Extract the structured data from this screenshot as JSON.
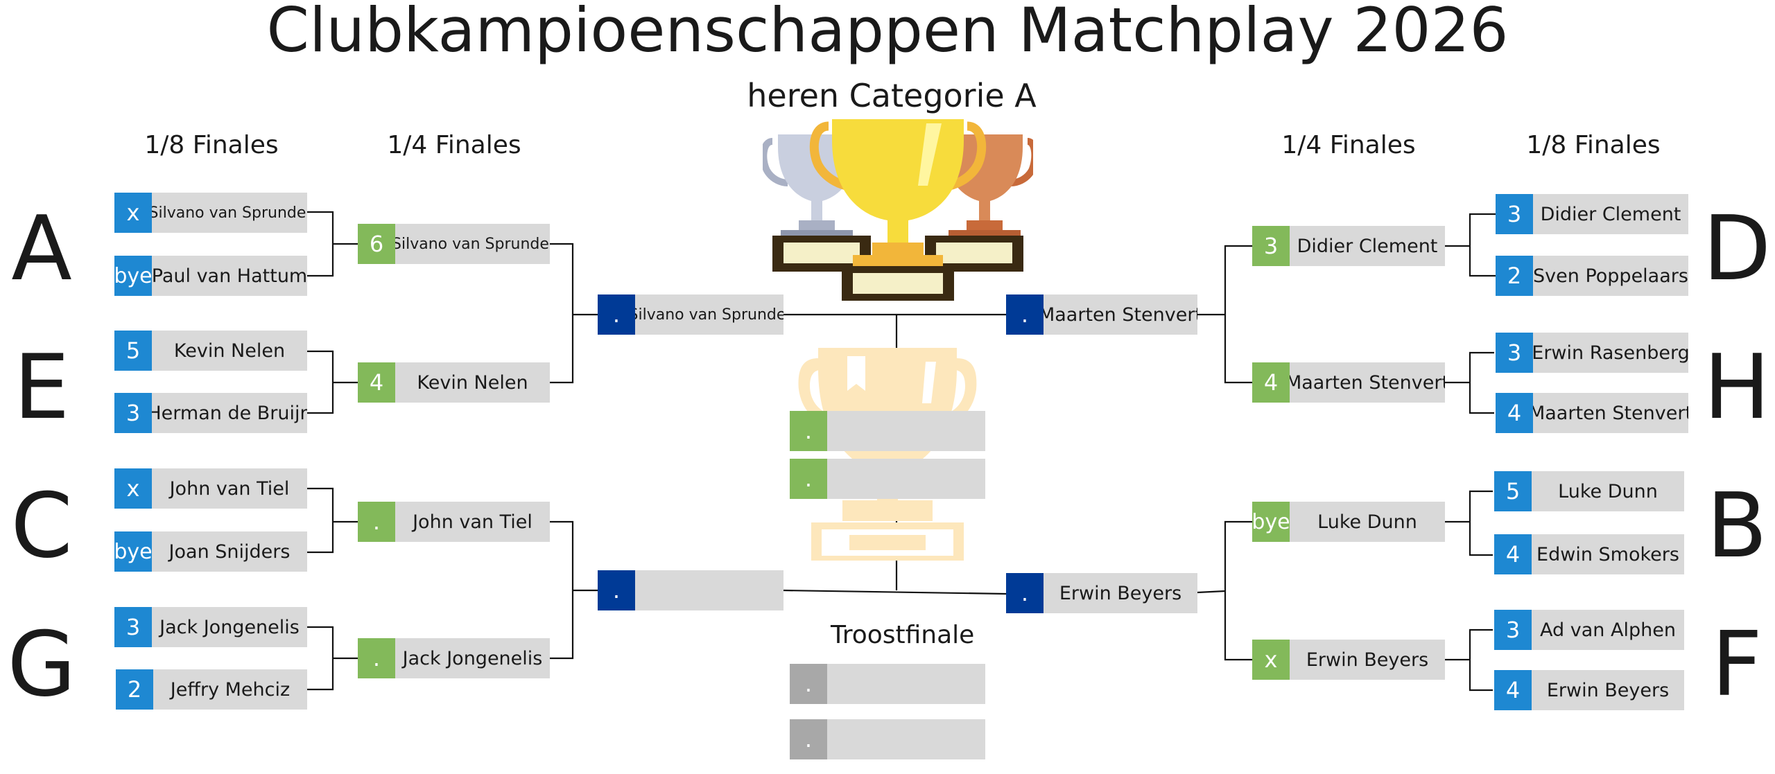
{
  "title": "Clubkampioenschappen Matchplay 2026",
  "category": "heren Categorie A",
  "round_labels": {
    "left_r16": "1/8 Finales",
    "left_qf": "1/4 Finales",
    "right_qf": "1/4 Finales",
    "right_r16": "1/8 Finales"
  },
  "group_letters": {
    "a": "A",
    "e": "E",
    "c": "C",
    "g": "G",
    "d": "D",
    "h": "H",
    "b": "B",
    "f": "F"
  },
  "left_r16": [
    {
      "score": "x",
      "name": "Silvano van Sprundel"
    },
    {
      "score": "bye",
      "name": "Paul van Hattum"
    },
    {
      "score": "5",
      "name": "Kevin Nelen"
    },
    {
      "score": "3",
      "name": "Herman de Bruijn"
    },
    {
      "score": "x",
      "name": "John van Tiel"
    },
    {
      "score": "bye",
      "name": "Joan Snijders"
    },
    {
      "score": "3",
      "name": "Jack Jongenelis"
    },
    {
      "score": "2",
      "name": "Jeffry Mehciz"
    }
  ],
  "left_qf": [
    {
      "score": "6",
      "name": "Silvano van Sprundel"
    },
    {
      "score": "4",
      "name": "Kevin Nelen"
    },
    {
      "score": ".",
      "name": "John van Tiel"
    },
    {
      "score": ".",
      "name": "Jack Jongenelis"
    }
  ],
  "left_sf": [
    {
      "score": ".",
      "name": "Silvano van Sprundel"
    },
    {
      "score": ".",
      "name": ""
    }
  ],
  "right_sf": [
    {
      "score": ".",
      "name": "Maarten Stenvert"
    },
    {
      "score": ".",
      "name": "Erwin Beyers"
    }
  ],
  "right_qf": [
    {
      "score": "3",
      "name": "Didier Clement"
    },
    {
      "score": "4",
      "name": "Maarten Stenvert"
    },
    {
      "score": "bye",
      "name": "Luke Dunn"
    },
    {
      "score": "x",
      "name": "Erwin Beyers"
    }
  ],
  "right_r16": [
    {
      "score": "3",
      "name": "Didier Clement"
    },
    {
      "score": "2",
      "name": "Sven Poppelaars"
    },
    {
      "score": "3",
      "name": "Erwin Rasenberg"
    },
    {
      "score": "4",
      "name": "Maarten Stenvert"
    },
    {
      "score": "5",
      "name": "Luke Dunn"
    },
    {
      "score": "4",
      "name": "Edwin Smokers"
    },
    {
      "score": "3",
      "name": "Ad van Alphen"
    },
    {
      "score": "4",
      "name": "Erwin Beyers"
    }
  ],
  "final": [
    {
      "score": ".",
      "name": ""
    },
    {
      "score": ".",
      "name": ""
    }
  ],
  "troostfinale": {
    "title": "Troostfinale",
    "slots": [
      {
        "score": ".",
        "name": ""
      },
      {
        "score": ".",
        "name": ""
      }
    ]
  },
  "icons": [
    "trophies-icon",
    "trophy-watermark-icon"
  ],
  "colors": {
    "r16_score": "#1e88d2",
    "qf_score": "#83b95a",
    "sf_score": "#003a96",
    "troost_score": "#a8a8a8",
    "name_bg": "#d9d9d9"
  }
}
